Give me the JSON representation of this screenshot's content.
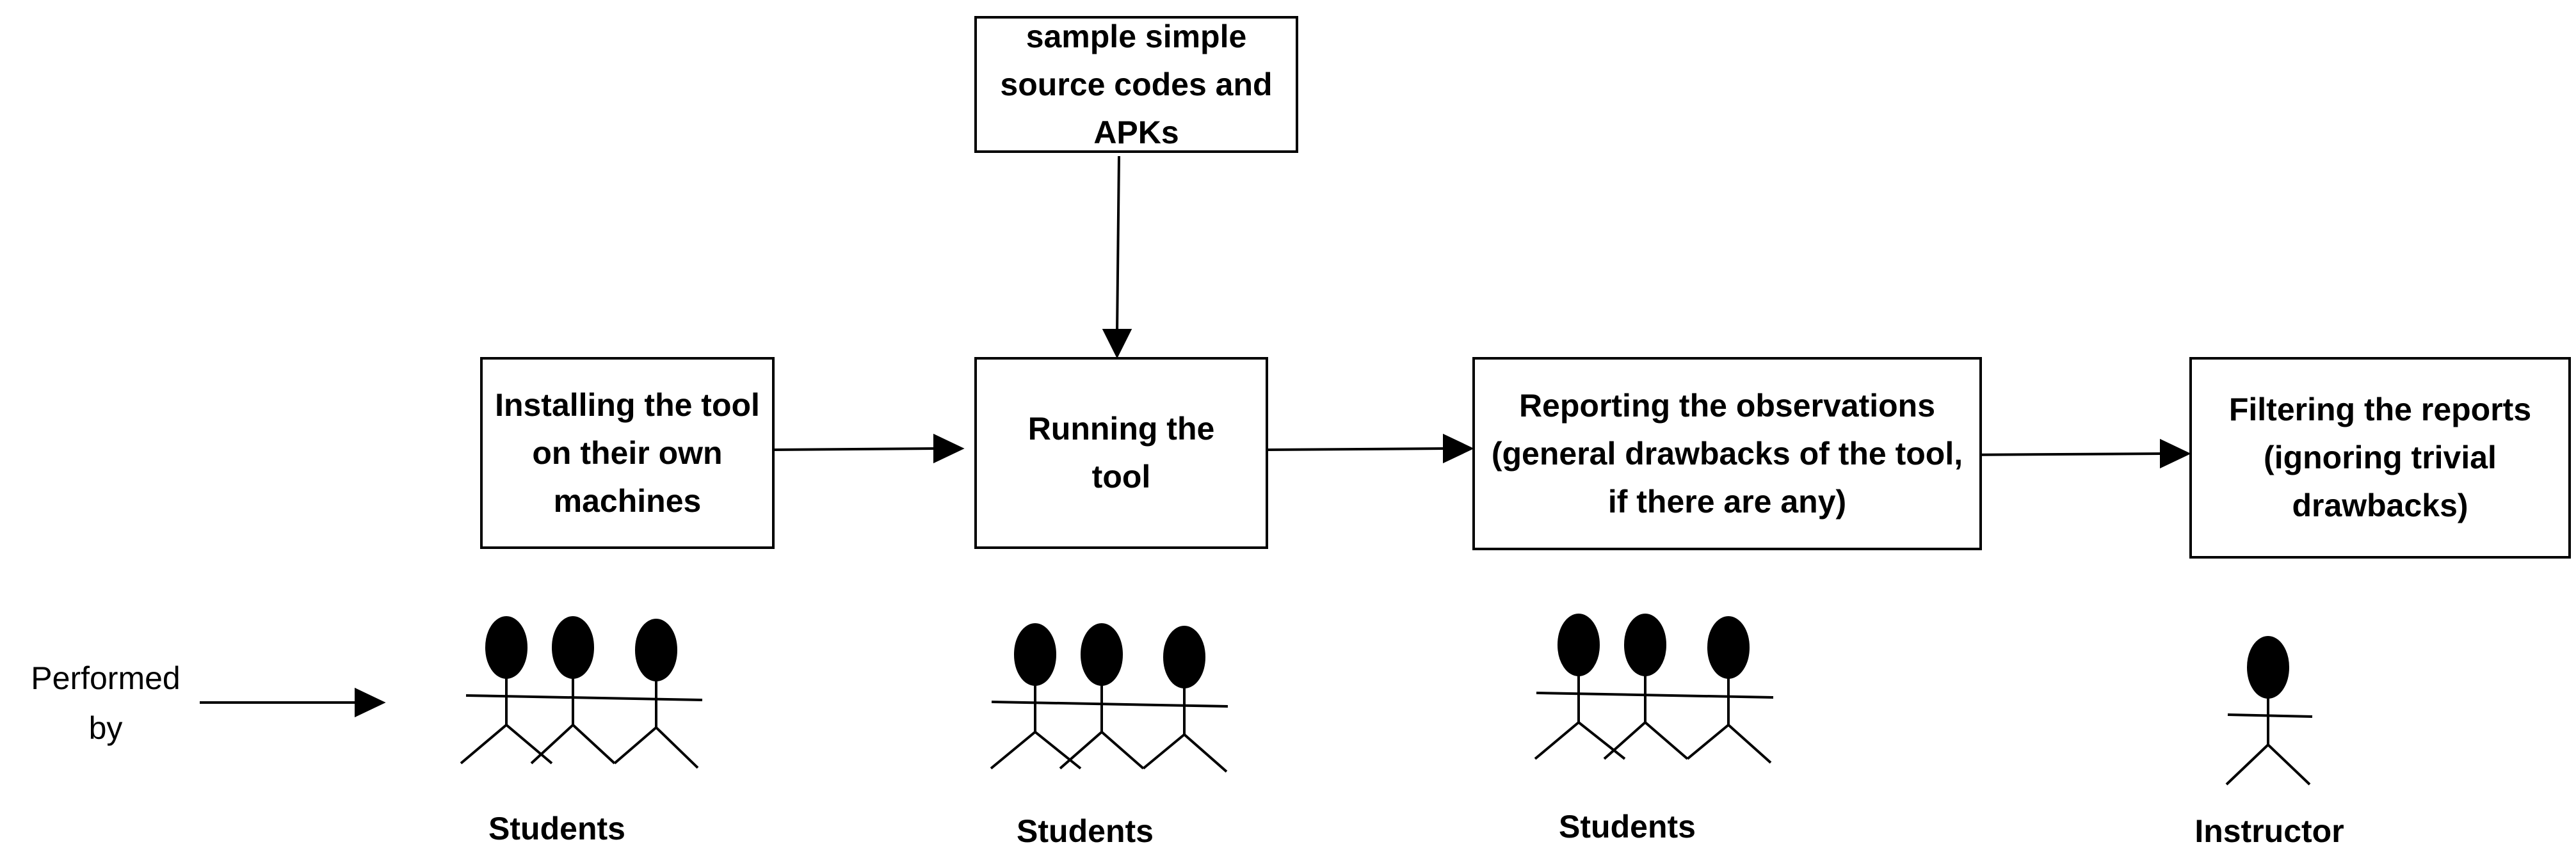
{
  "boxes": {
    "sample": "sample simple source codes and APKs",
    "install": "Installing the tool on their own machines",
    "run": "Running the tool",
    "report": "Reporting the observations (general drawbacks of the tool, if there are any)",
    "filter": "Filtering the reports (ignoring trivial drawbacks)"
  },
  "performed_by": {
    "line1": "Performed",
    "line2": "by"
  },
  "actors": {
    "group1": "Students",
    "group2": "Students",
    "group3": "Students",
    "instructor": "Instructor"
  },
  "colors": {
    "stroke": "#000000",
    "background": "#ffffff"
  }
}
